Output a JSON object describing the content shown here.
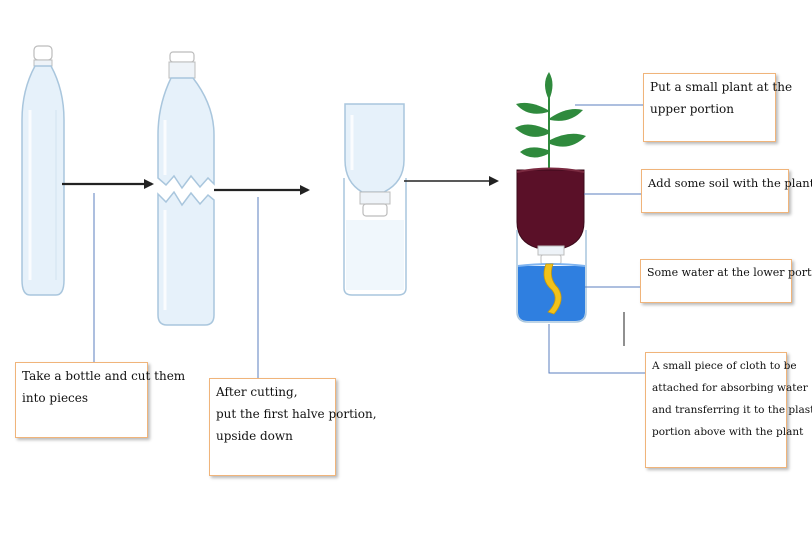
{
  "colors": {
    "bottle_fill": "#e6f1fa",
    "bottle_outline": "#a9c6dd",
    "arrow": "#222222",
    "leader_line": "#5b7fbf",
    "leaf": "#2f8a3d",
    "soil": "#5a1028",
    "water": "#2f7fe0",
    "cloth_wick": "#f2c21b",
    "callout_border": "#f0b47a"
  },
  "icons": [
    "bottle-icon",
    "cut-bottle-icon",
    "inverted-bottle-icon",
    "plant-icon",
    "water-icon",
    "cloth-wick-icon"
  ],
  "callouts": {
    "step1": {
      "line1": "Take a bottle and cut them",
      "line2": "into pieces"
    },
    "step2": {
      "line1": "After cutting,",
      "line2": "put the first halve portion,",
      "line3": "upside down"
    },
    "plant": {
      "line1": "Put a small plant at the",
      "line2": "upper portion"
    },
    "soil": {
      "line1": "Add some soil with the plant"
    },
    "water": {
      "line1": "Some water at the lower portion"
    },
    "cloth": {
      "line1": "A small piece of cloth to be",
      "line2": "attached for absorbing water",
      "line3": "and transferring it to the plastic",
      "line4": "portion above with the plant"
    }
  }
}
